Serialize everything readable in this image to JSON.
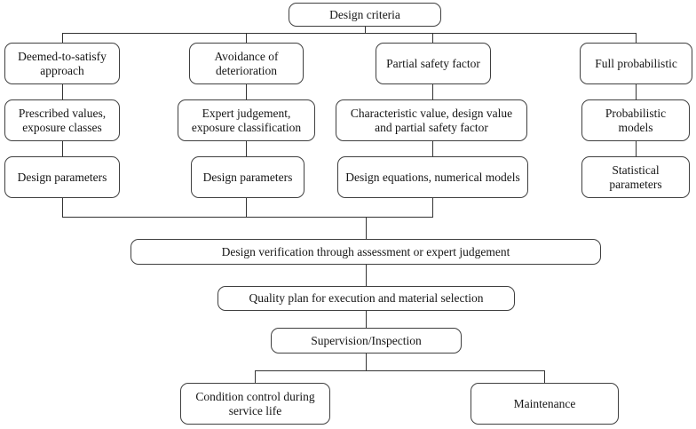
{
  "flowchart": {
    "root": "Design criteria",
    "columns": [
      {
        "header": "Deemed-to-satisfy approach",
        "middle": "Prescribed values, exposure classes",
        "bottom": "Design parameters"
      },
      {
        "header": "Avoidance of deterioration",
        "middle": "Expert judgement, exposure classification",
        "bottom": "Design parameters"
      },
      {
        "header": "Partial safety factor",
        "middle": "Characteristic value, design value and partial safety factor",
        "bottom": "Design equations, numerical models"
      },
      {
        "header": "Full probabilistic",
        "middle": "Probabilistic models",
        "bottom": "Statistical parameters"
      }
    ],
    "spine": {
      "verification": "Design verification through assessment or expert judgement",
      "quality_plan": "Quality plan for execution and material selection",
      "supervision": "Supervision/Inspection"
    },
    "outcomes": {
      "condition_control": "Condition control during service life",
      "maintenance": "Maintenance"
    },
    "colors": {
      "border": "#3f3f3f",
      "line": "#333333",
      "text": "#151515",
      "background": "#ffffff"
    }
  }
}
